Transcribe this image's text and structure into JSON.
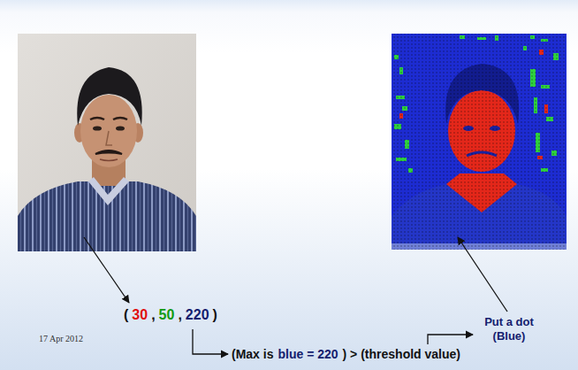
{
  "diagram": {
    "labels": [
      "(",
      "30",
      ",",
      "50",
      ",",
      "220",
      ")",
      "17 Apr 2012",
      "(Max is",
      "blue = 220",
      ") > (threshold value)",
      "Put a dot (Blue)"
    ]
  }
}
